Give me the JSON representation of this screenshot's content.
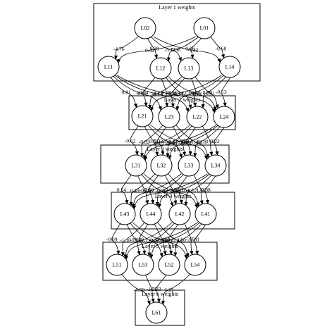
{
  "clusters": [
    {
      "id": "c1",
      "label": "Layer 1 weights"
    },
    {
      "id": "c2",
      "label": "Layer 2 weights"
    },
    {
      "id": "c3",
      "label": "Layer 3 weights"
    },
    {
      "id": "c4",
      "label": "Layer 4 weights"
    },
    {
      "id": "c5",
      "label": "Layer 5 weights"
    },
    {
      "id": "c6",
      "label": "Layer 6 weights"
    }
  ],
  "nodes": [
    {
      "id": "L02",
      "label": "L02"
    },
    {
      "id": "L01",
      "label": "L01"
    },
    {
      "id": "L11",
      "label": "L11"
    },
    {
      "id": "L12",
      "label": "L12"
    },
    {
      "id": "L13",
      "label": "L13"
    },
    {
      "id": "L14",
      "label": "L14"
    },
    {
      "id": "L21",
      "label": "L21"
    },
    {
      "id": "L23",
      "label": "L23"
    },
    {
      "id": "L22",
      "label": "L22"
    },
    {
      "id": "L24",
      "label": "L24"
    },
    {
      "id": "L31",
      "label": "L31"
    },
    {
      "id": "L32",
      "label": "L32"
    },
    {
      "id": "L33",
      "label": "L33"
    },
    {
      "id": "L34",
      "label": "L34"
    },
    {
      "id": "L43",
      "label": "L43"
    },
    {
      "id": "L44",
      "label": "L44"
    },
    {
      "id": "L42",
      "label": "L42"
    },
    {
      "id": "L41",
      "label": "L41"
    },
    {
      "id": "L51",
      "label": "L51"
    },
    {
      "id": "L53",
      "label": "L53"
    },
    {
      "id": "L52",
      "label": "L52"
    },
    {
      "id": "L54",
      "label": "L54"
    },
    {
      "id": "L61",
      "label": "L61"
    }
  ],
  "edges": [
    {
      "from": "L02",
      "to": "L11",
      "label": "-4.76"
    },
    {
      "from": "L02",
      "to": "L12",
      "label": "9.38"
    },
    {
      "from": "L02",
      "to": "L13",
      "label": "-5.71"
    },
    {
      "from": "L02",
      "to": "L14",
      "label": "-5.22"
    },
    {
      "from": "L01",
      "to": "L11",
      "label": "-0.42"
    },
    {
      "from": "L01",
      "to": "L12",
      "label": "0.36"
    },
    {
      "from": "L01",
      "to": "L13",
      "label": "0.66"
    },
    {
      "from": "L01",
      "to": "L14",
      "label": "-0.68"
    },
    {
      "from": "L11",
      "to": "L21",
      "label": "0.81"
    },
    {
      "from": "L11",
      "to": "L23",
      "label": "0.14"
    },
    {
      "from": "L11",
      "to": "L22",
      "label": "-0.14"
    },
    {
      "from": "L11",
      "to": "L24",
      "label": "0.73"
    },
    {
      "from": "L12",
      "to": "L21",
      "label": "-0.04"
    },
    {
      "from": "L12",
      "to": "L23",
      "label": "0.94"
    },
    {
      "from": "L12",
      "to": "L22",
      "label": "0.73"
    },
    {
      "from": "L12",
      "to": "L24",
      "label": "-0.60"
    },
    {
      "from": "L13",
      "to": "L21",
      "label": "-0.15"
    },
    {
      "from": "L13",
      "to": "L23",
      "label": "-0.38"
    },
    {
      "from": "L13",
      "to": "L22",
      "label": "0.10"
    },
    {
      "from": "L13",
      "to": "L24",
      "label": "0.61"
    },
    {
      "from": "L14",
      "to": "L21",
      "label": "0.34"
    },
    {
      "from": "L14",
      "to": "L23",
      "label": "-0.84"
    },
    {
      "from": "L14",
      "to": "L22",
      "label": "0.70"
    },
    {
      "from": "L14",
      "to": "L24",
      "label": "-0.13"
    },
    {
      "from": "L21",
      "to": "L31",
      "label": "-0.62"
    },
    {
      "from": "L21",
      "to": "L32",
      "label": "0.72"
    },
    {
      "from": "L21",
      "to": "L33",
      "label": "-0.04"
    },
    {
      "from": "L21",
      "to": "L34",
      "label": "-1.35"
    },
    {
      "from": "L23",
      "to": "L31",
      "label": "-0.82"
    },
    {
      "from": "L23",
      "to": "L32",
      "label": "-0.22"
    },
    {
      "from": "L23",
      "to": "L33",
      "label": "0.50"
    },
    {
      "from": "L23",
      "to": "L34",
      "label": "0.49"
    },
    {
      "from": "L22",
      "to": "L31",
      "label": "-0.89"
    },
    {
      "from": "L22",
      "to": "L32",
      "label": "-0.41"
    },
    {
      "from": "L22",
      "to": "L33",
      "label": "-0.83"
    },
    {
      "from": "L22",
      "to": "L34",
      "label": "0.16"
    },
    {
      "from": "L24",
      "to": "L31",
      "label": "0.36"
    },
    {
      "from": "L24",
      "to": "L32",
      "label": "-0.74"
    },
    {
      "from": "L24",
      "to": "L33",
      "label": "-0.18"
    },
    {
      "from": "L24",
      "to": "L34",
      "label": "-0.22"
    },
    {
      "from": "L31",
      "to": "L43",
      "label": "0.24"
    },
    {
      "from": "L31",
      "to": "L44",
      "label": "-0.20"
    },
    {
      "from": "L31",
      "to": "L42",
      "label": "-0.75"
    },
    {
      "from": "L31",
      "to": "L41",
      "label": "1.19"
    },
    {
      "from": "L32",
      "to": "L43",
      "label": "0.49"
    },
    {
      "from": "L32",
      "to": "L44",
      "label": "-0.50"
    },
    {
      "from": "L32",
      "to": "L42",
      "label": "-0.80"
    },
    {
      "from": "L32",
      "to": "L41",
      "label": "-0.81"
    },
    {
      "from": "L33",
      "to": "L43",
      "label": "0.07"
    },
    {
      "from": "L33",
      "to": "L44",
      "label": "-0.52"
    },
    {
      "from": "L33",
      "to": "L42",
      "label": "-0.09"
    },
    {
      "from": "L33",
      "to": "L41",
      "label": "1.66"
    },
    {
      "from": "L34",
      "to": "L43",
      "label": "-0.48"
    },
    {
      "from": "L34",
      "to": "L44",
      "label": "1.32"
    },
    {
      "from": "L34",
      "to": "L42",
      "label": "-0.57"
    },
    {
      "from": "L34",
      "to": "L41",
      "label": "-0.38"
    },
    {
      "from": "L43",
      "to": "L51",
      "label": "-0.09"
    },
    {
      "from": "L43",
      "to": "L53",
      "label": "-0.68"
    },
    {
      "from": "L43",
      "to": "L52",
      "label": "1.59"
    },
    {
      "from": "L43",
      "to": "L54",
      "label": "-0.67"
    },
    {
      "from": "L44",
      "to": "L51",
      "label": "-1.10"
    },
    {
      "from": "L44",
      "to": "L53",
      "label": "1.40"
    },
    {
      "from": "L44",
      "to": "L52",
      "label": "0.84"
    },
    {
      "from": "L44",
      "to": "L54",
      "label": "0.43"
    },
    {
      "from": "L42",
      "to": "L51",
      "label": "0.36"
    },
    {
      "from": "L42",
      "to": "L53",
      "label": "-0.37"
    },
    {
      "from": "L42",
      "to": "L52",
      "label": "-1.12"
    },
    {
      "from": "L42",
      "to": "L54",
      "label": "-2.56"
    },
    {
      "from": "L41",
      "to": "L51",
      "label": "0.18"
    },
    {
      "from": "L41",
      "to": "L53",
      "label": "0.89"
    },
    {
      "from": "L41",
      "to": "L52",
      "label": "3.30"
    },
    {
      "from": "L41",
      "to": "L54",
      "label": "0.31"
    },
    {
      "from": "L51",
      "to": "L61",
      "label": "-1.50"
    },
    {
      "from": "L53",
      "to": "L61",
      "label": "-1.35"
    },
    {
      "from": "L52",
      "to": "L61",
      "label": "-0.93"
    },
    {
      "from": "L54",
      "to": "L61",
      "label": "1.21"
    }
  ]
}
